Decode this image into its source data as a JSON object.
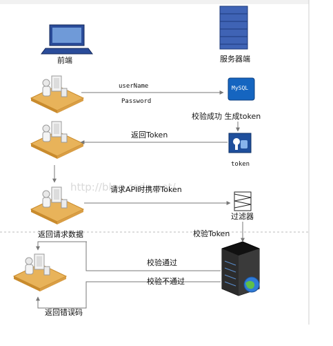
{
  "labels": {
    "frontend": "前端",
    "server_side": "服务器端",
    "username": "userName",
    "password": "Password",
    "verify_generate": "校验成功 生成token",
    "return_token": "返回Token",
    "token": "token",
    "request_api": "请求API时携带Token",
    "filter": "过滤器",
    "return_data": "返回请求数据",
    "verify_token": "校验Token",
    "pass": "校验通过",
    "fail": "校验不通过",
    "return_error": "返回错误码",
    "mysql": "MySQL"
  },
  "watermark": "http://blog.csdn.net/",
  "colors": {
    "arrow": "#777777",
    "desk": "#e8b35a",
    "desk_dark": "#c98b2d",
    "monitor": "#1f3f86",
    "mysql_blue": "#1565c0",
    "server_dark": "#222222",
    "globe": "#2f7bd8"
  }
}
